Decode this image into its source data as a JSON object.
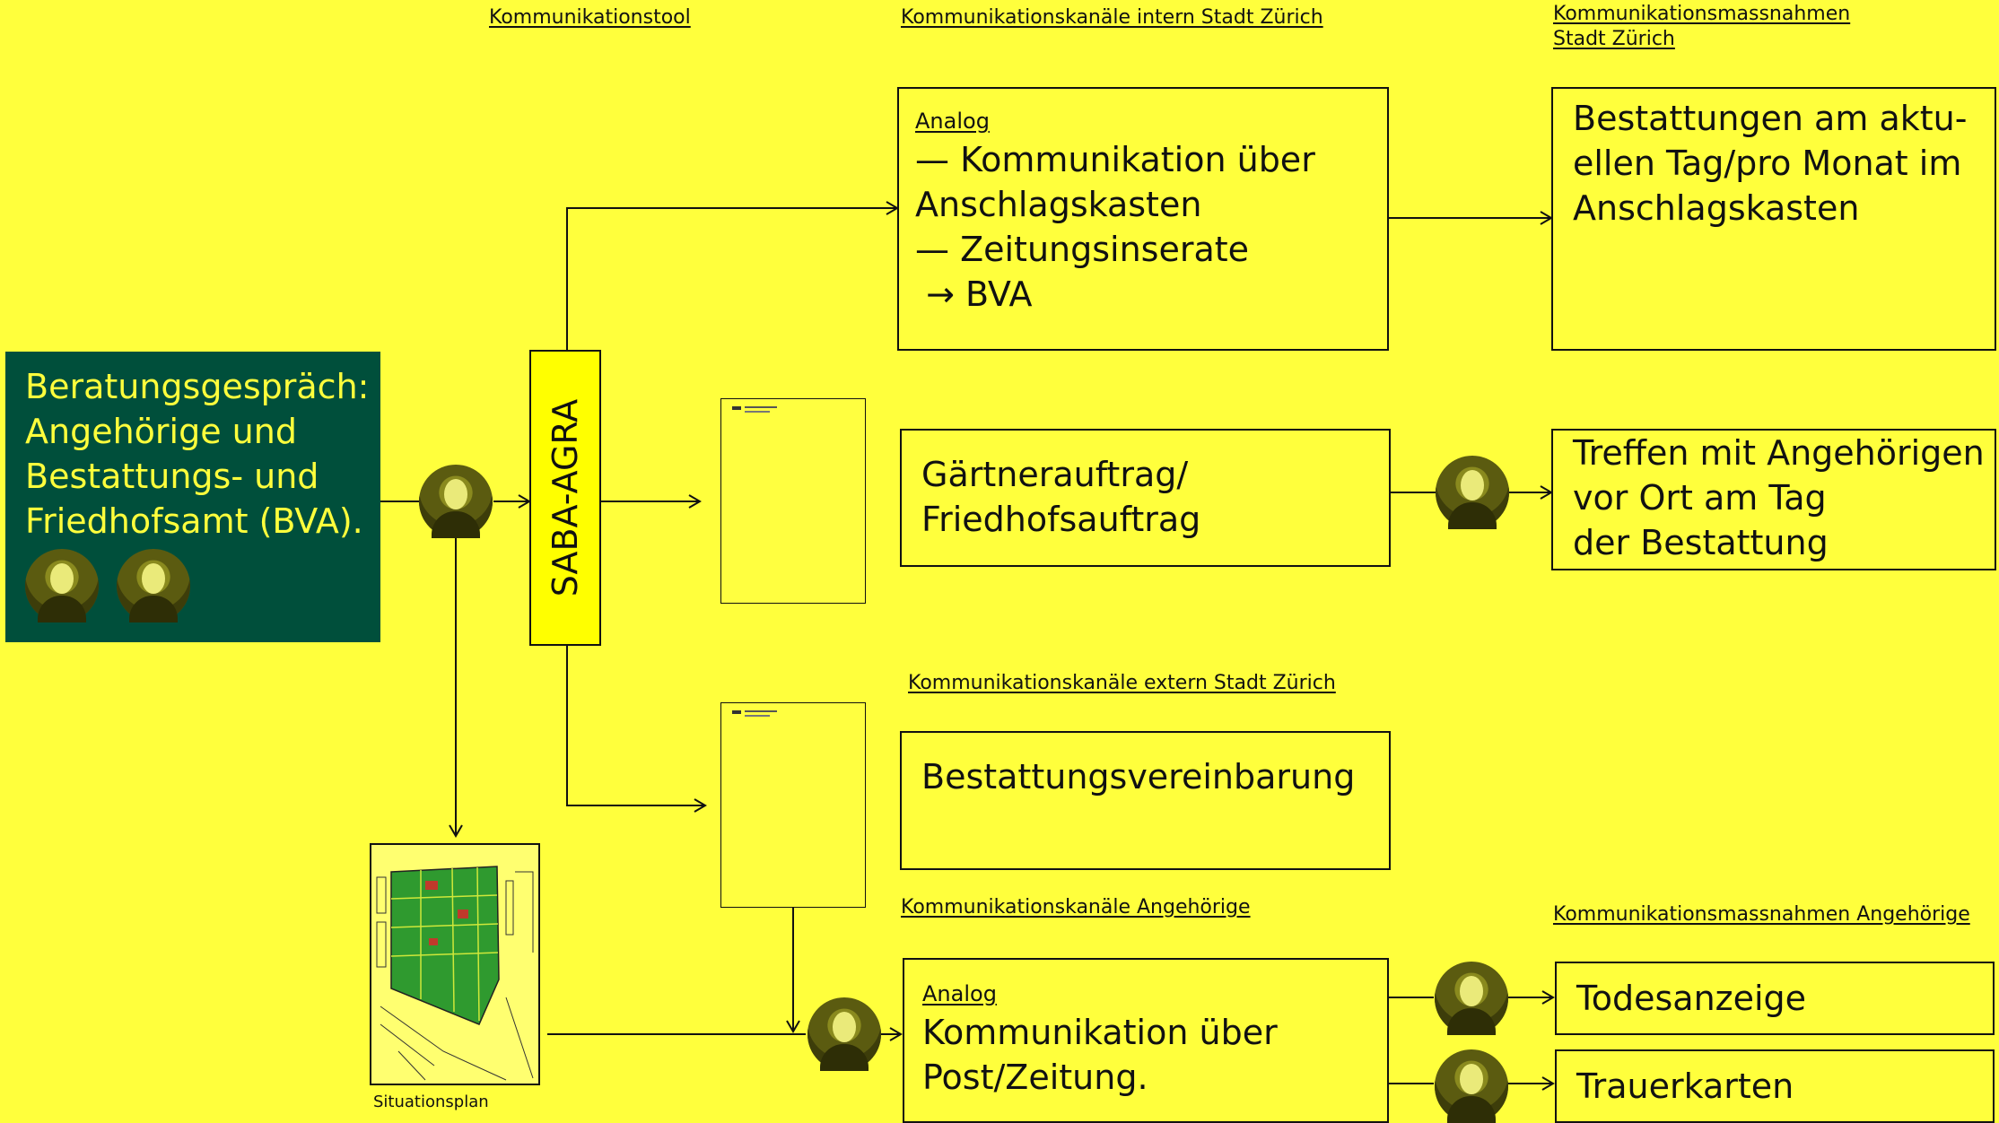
{
  "headers": {
    "tool": "Kommunikationstool",
    "intern": "Kommunikationskanäle intern Stadt Zürich",
    "massnahmen_line1": "Kommunikationsmassnahmen",
    "massnahmen_line2": "Stadt Zürich",
    "extern": "Kommunikationskanäle extern Stadt Zürich",
    "angehoerige": "Kommunikationskanäle Angehörige",
    "massnahmen_angehoerige": "Kommunikationsmassnahmen Angehörige"
  },
  "start": {
    "lines": [
      "Beratungsgespräch:",
      "Angehörige und",
      "Bestattungs- und",
      "Friedhofsamt (BVA)."
    ]
  },
  "tool": {
    "label": "SABA-AGRA"
  },
  "boxes": {
    "analog_intern": {
      "label": "Analog",
      "lines": [
        "— Kommunikation über",
        "Anschlagskasten",
        "— Zeitungsinserate",
        " → BVA"
      ]
    },
    "bestattungen": {
      "lines": [
        "Bestattungen am aktu-",
        "ellen Tag/pro Monat im",
        "Anschlagskasten"
      ]
    },
    "gaertner": {
      "lines": [
        "Gärtnerauftrag/",
        "Friedhofsauftrag"
      ]
    },
    "treffen": {
      "lines": [
        "Treffen mit Angehörigen",
        "vor Ort am Tag",
        "der Bestattung"
      ]
    },
    "vereinbarung": {
      "lines": [
        "Bestattungsvereinbarung"
      ]
    },
    "analog_post": {
      "label": "Analog",
      "lines": [
        "Kommunikation über",
        "Post/Zeitung."
      ]
    },
    "todesanzeige": {
      "text": "Todesanzeige"
    },
    "trauerkarten": {
      "text": "Trauerkarten"
    }
  },
  "map": {
    "caption": "Situationsplan"
  },
  "colors": {
    "background": "#ffff3c",
    "green": "#004f3b",
    "text_on_green": "#ffff3c",
    "line": "#111111"
  }
}
